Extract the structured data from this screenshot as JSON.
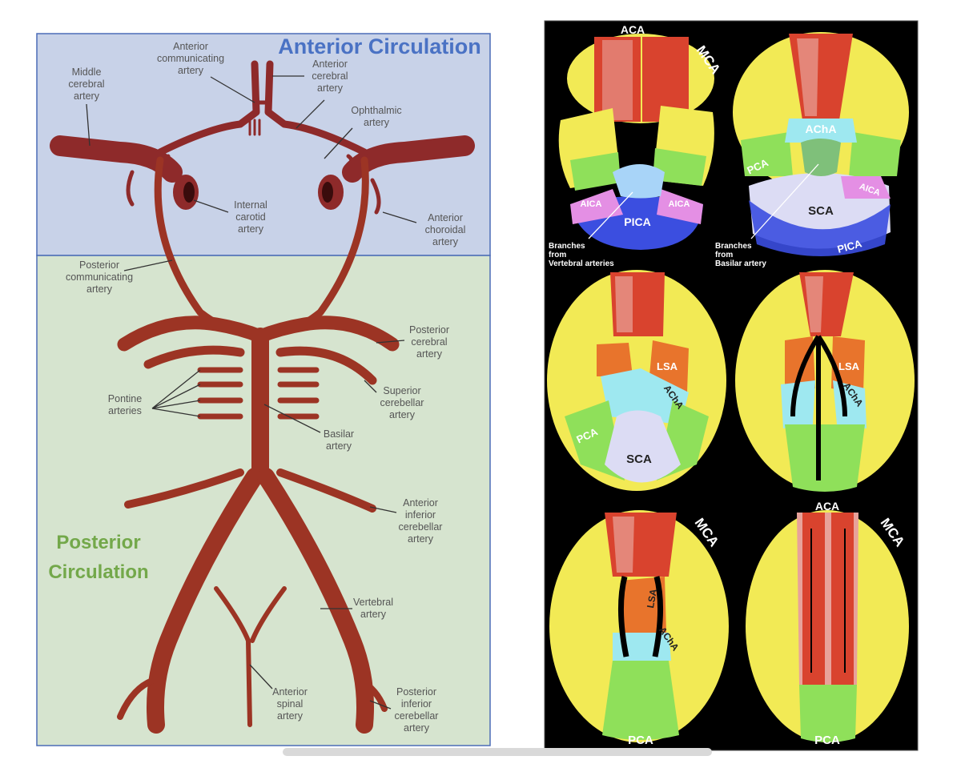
{
  "left_panel": {
    "anterior_title": "Anterior Circulation",
    "posterior_title_line1": "Posterior",
    "posterior_title_line2": "Circulation",
    "colors": {
      "anterior_bg": "#c8d2e8",
      "posterior_bg": "#d6e4cf",
      "artery": "#8e2a2a"
    },
    "labels": {
      "middle_cerebral": [
        "Middle",
        "cerebral",
        "artery"
      ],
      "anterior_communicating": [
        "Anterior",
        "communicating",
        "artery"
      ],
      "anterior_cerebral": [
        "Anterior",
        "cerebral",
        "artery"
      ],
      "ophthalmic": [
        "Ophthalmic",
        "artery"
      ],
      "internal_carotid": [
        "Internal",
        "carotid",
        "artery"
      ],
      "anterior_choroidal": [
        "Anterior",
        "choroidal",
        "artery"
      ],
      "posterior_communicating": [
        "Posterior",
        "communicating",
        "artery"
      ],
      "posterior_cerebral": [
        "Posterior",
        "cerebral",
        "artery"
      ],
      "pontine": [
        "Pontine",
        "arteries"
      ],
      "superior_cerebellar": [
        "Superior",
        "cerebellar",
        "artery"
      ],
      "basilar": [
        "Basilar",
        "artery"
      ],
      "anterior_inferior_cerebellar": [
        "Anterior",
        "inferior",
        "cerebellar",
        "artery"
      ],
      "vertebral": [
        "Vertebral",
        "artery"
      ],
      "anterior_spinal": [
        "Anterior",
        "spinal",
        "artery"
      ],
      "posterior_inferior_cerebellar": [
        "Posterior",
        "inferior",
        "cerebellar",
        "artery"
      ]
    }
  },
  "right_panel": {
    "colors": {
      "aca": "#d9432e",
      "aca_light": "#e8a29a",
      "mca": "#f2ea55",
      "pca": "#8fe05a",
      "pca_light": "#c8f0b4",
      "sca": "#dcdcf4",
      "pica": "#3b4ee0",
      "aica": "#e48fe4",
      "acha": "#9ee8f0",
      "lsa": "#e8742c",
      "vert_branch": "#a8d4f8",
      "basilar_branch": "#7fc07a",
      "background": "#000000"
    },
    "slice1": {
      "aca": "ACA",
      "mca": "MCA",
      "aica_left": "AICA",
      "aica_right": "AICA",
      "pica": "PICA",
      "note": [
        "Branches",
        "from",
        "Vertebral arteries"
      ]
    },
    "slice2": {
      "acha": "AChA",
      "pca": "PCA",
      "aica": "AICA",
      "sca": "SCA",
      "pica": "PICA",
      "note": [
        "Branches",
        "from",
        "Basilar artery"
      ]
    },
    "slice3": {
      "lsa": "LSA",
      "acha": "AChA",
      "pca": "PCA",
      "sca": "SCA"
    },
    "slice4": {
      "lsa": "LSA",
      "acha": "AChA"
    },
    "slice5": {
      "mca": "MCA",
      "lsa": "LSA",
      "acha": "AChA",
      "pca": "PCA"
    },
    "slice6": {
      "aca": "ACA",
      "mca": "MCA",
      "pca": "PCA"
    }
  }
}
